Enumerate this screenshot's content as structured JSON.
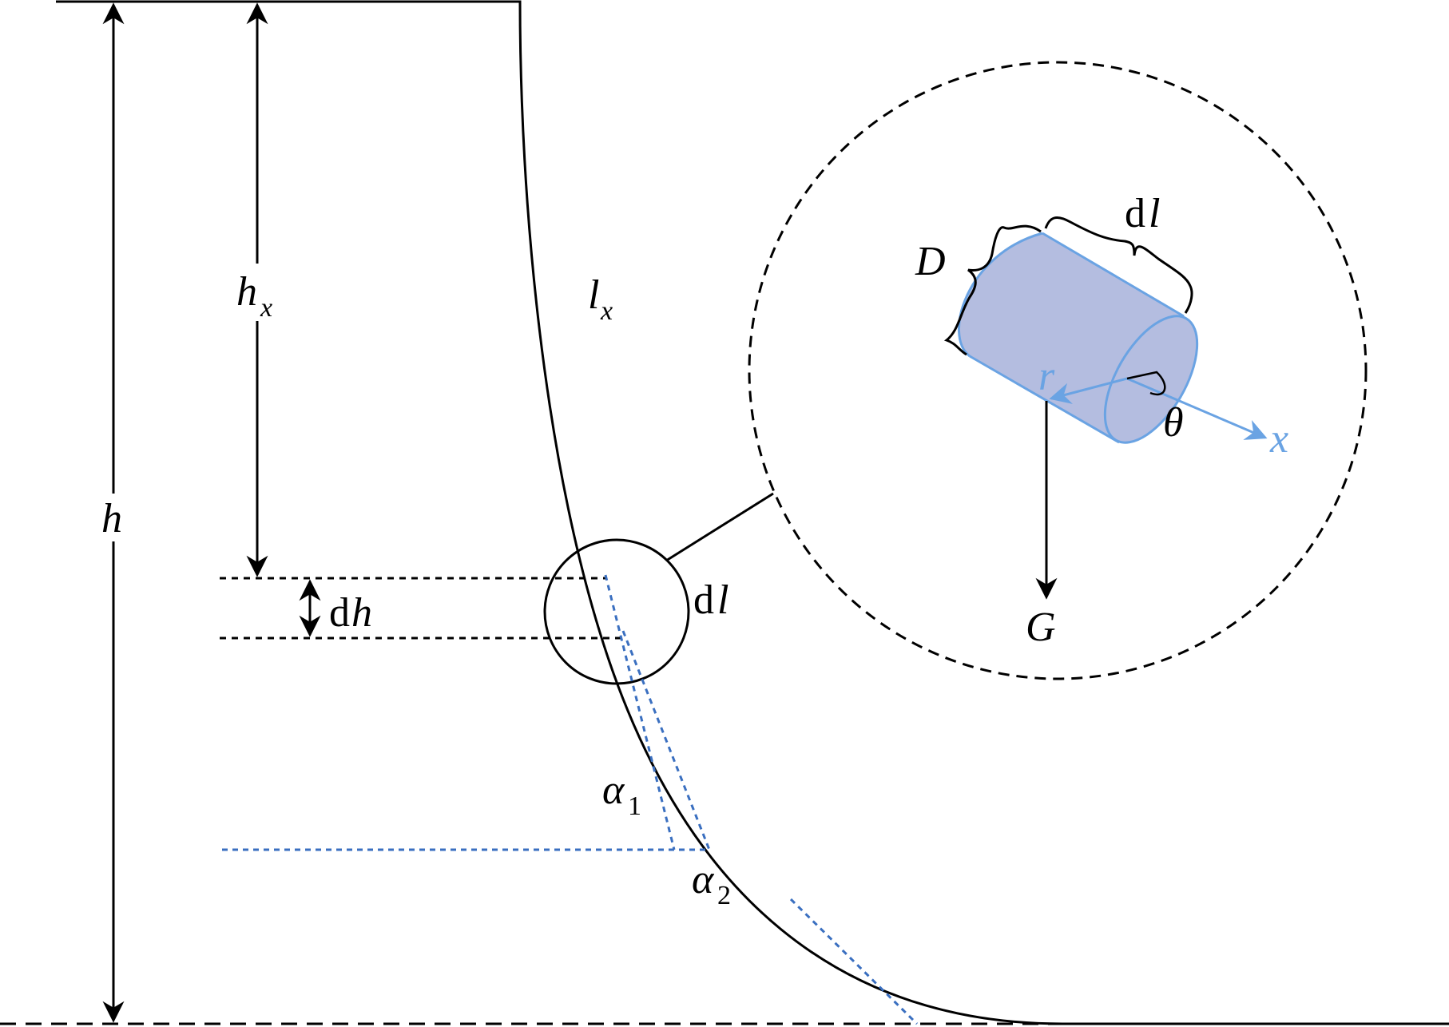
{
  "labels": {
    "h": "h",
    "hx_main": "h",
    "hx_sub": "x",
    "lx_main": "l",
    "lx_sub": "x",
    "dh_d": "d",
    "dh_h": "h",
    "dl_main_d": "d",
    "dl_main_l": "l",
    "alpha1_main": "α",
    "alpha1_sub": "1",
    "alpha2_main": "α",
    "alpha2_sub": "2",
    "D": "D",
    "dl_inset_d": "d",
    "dl_inset_l": "l",
    "r": "r",
    "theta": "θ",
    "x_axis": "x",
    "G": "G"
  },
  "colors": {
    "line": "#000000",
    "blue_dash": "#3a6fc0",
    "cylinder_fill": "#b4bde0",
    "cylinder_edge": "#6aa3e3",
    "axis_blue": "#6aa3e3"
  }
}
